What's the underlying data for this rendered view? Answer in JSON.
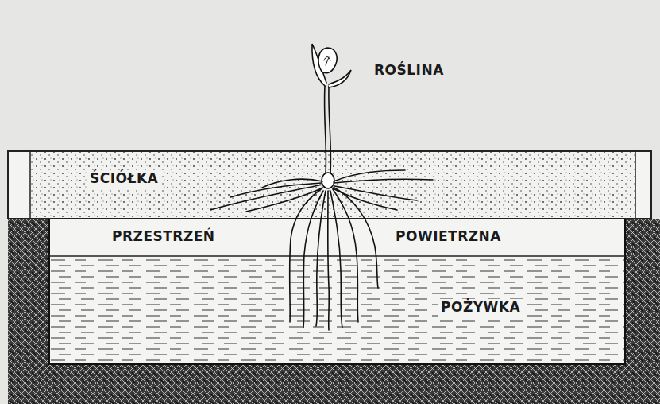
{
  "diagram": {
    "nodes": [
      {
        "text": [
          "ŚCIÓŁKA"
        ]
      },
      {
        "text": [
          "PRZESTRZEŃ",
          "POWIETRZNA"
        ]
      },
      {
        "text": [
          "POŻYWKA"
        ]
      }
    ],
    "labels": [
      "ROŚLINA"
    ]
  }
}
